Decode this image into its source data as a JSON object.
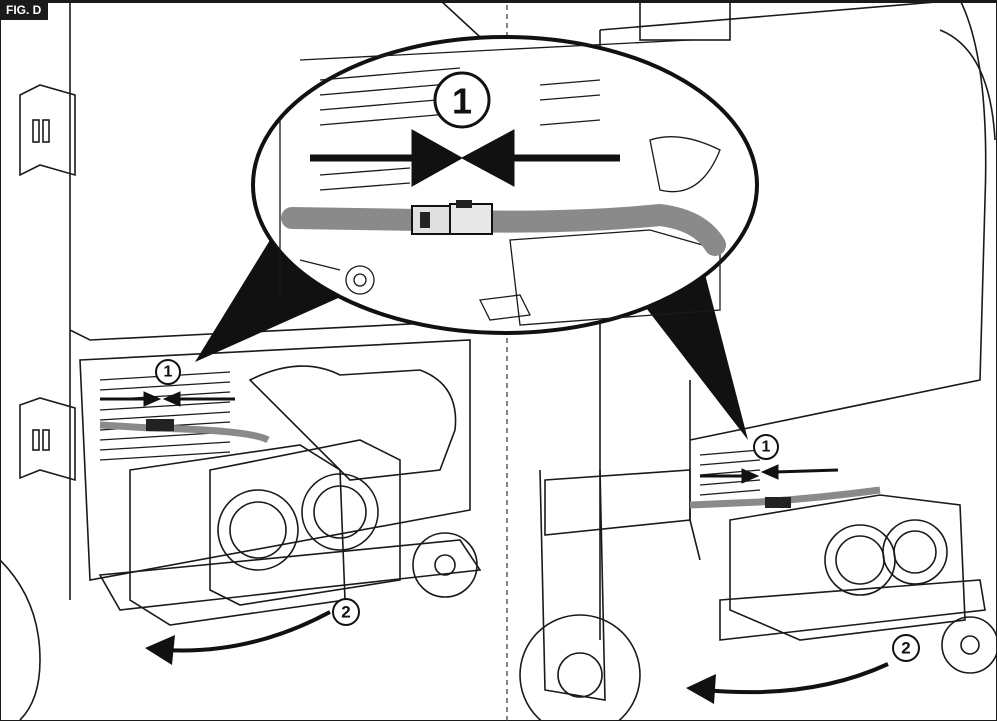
{
  "figure": {
    "tag": "FIG. D"
  },
  "callouts": {
    "step1": "1",
    "step2": "2"
  },
  "colors": {
    "line": "#111111",
    "hose": "#8a8a8a",
    "outline": "#1a1a1a",
    "background": "#ffffff"
  }
}
